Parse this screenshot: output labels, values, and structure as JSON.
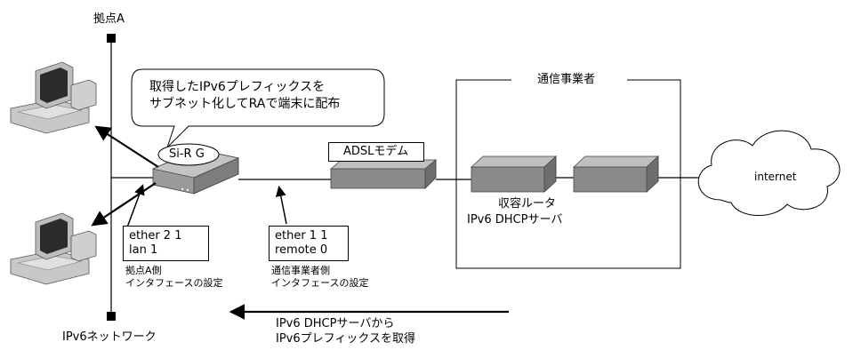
{
  "site_label": "拠点A",
  "network_label": "IPv6ネットワーク",
  "callout": {
    "line1": "取得したIPv6プレフィックスを",
    "line2": "サブネット化してRAで端末に配布"
  },
  "router_label": "Si-R G",
  "modem_label": "ADSLモデム",
  "carrier_label": "通信事業者",
  "carrier_router": {
    "line1": "収容ルータ",
    "line2": "IPv6 DHCPサーバ"
  },
  "internet_label": "internet",
  "lan_if": {
    "line1": "ether 2 1",
    "line2": "lan 1",
    "caption1": "拠点A側",
    "caption2": "インタフェースの設定"
  },
  "wan_if": {
    "line1": "ether 1 1",
    "line2": "remote 0",
    "caption1": "通信事業者側",
    "caption2": "インタフェースの設定"
  },
  "prefix_note": {
    "line1": "IPv6 DHCPサーバから",
    "line2": "IPv6プレフィックスを取得"
  }
}
